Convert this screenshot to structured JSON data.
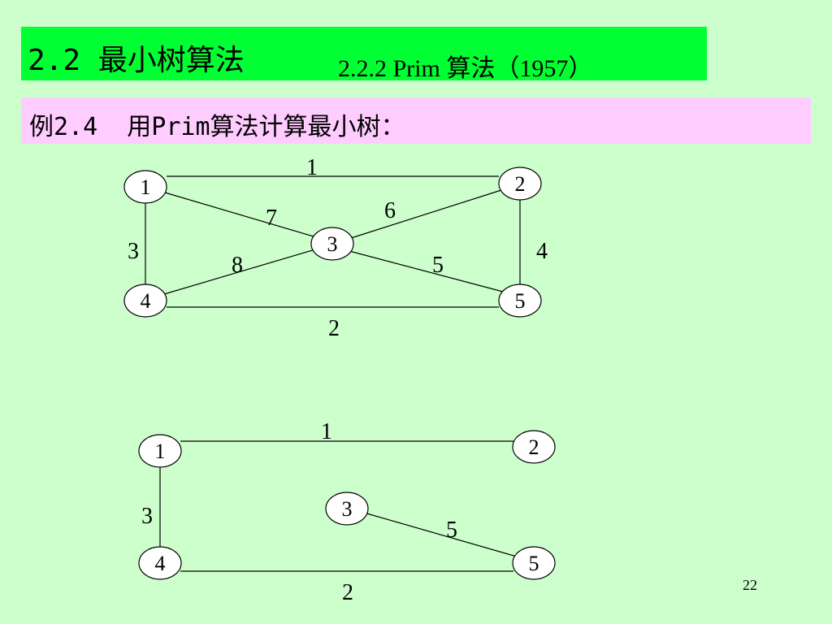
{
  "header": {
    "title": "2.2 最小树算法",
    "subtitle": "2.2.2 Prim 算法（1957）"
  },
  "example": {
    "text": "例2.4  用Prim算法计算最小树："
  },
  "graph_full": {
    "nodes": [
      "1",
      "2",
      "3",
      "4",
      "5"
    ],
    "edges": [
      {
        "from": "1",
        "to": "2",
        "weight": "1"
      },
      {
        "from": "1",
        "to": "3",
        "weight": "7"
      },
      {
        "from": "3",
        "to": "2",
        "weight": "6"
      },
      {
        "from": "1",
        "to": "4",
        "weight": "3"
      },
      {
        "from": "2",
        "to": "5",
        "weight": "4"
      },
      {
        "from": "4",
        "to": "3",
        "weight": "8"
      },
      {
        "from": "3",
        "to": "5",
        "weight": "5"
      },
      {
        "from": "4",
        "to": "5",
        "weight": "2"
      }
    ]
  },
  "graph_tree": {
    "nodes": [
      "1",
      "2",
      "3",
      "4",
      "5"
    ],
    "edges": [
      {
        "from": "1",
        "to": "2",
        "weight": "1"
      },
      {
        "from": "1",
        "to": "4",
        "weight": "3"
      },
      {
        "from": "3",
        "to": "5",
        "weight": "5"
      },
      {
        "from": "4",
        "to": "5",
        "weight": "2"
      }
    ]
  },
  "footer": {
    "page_number": "22"
  }
}
